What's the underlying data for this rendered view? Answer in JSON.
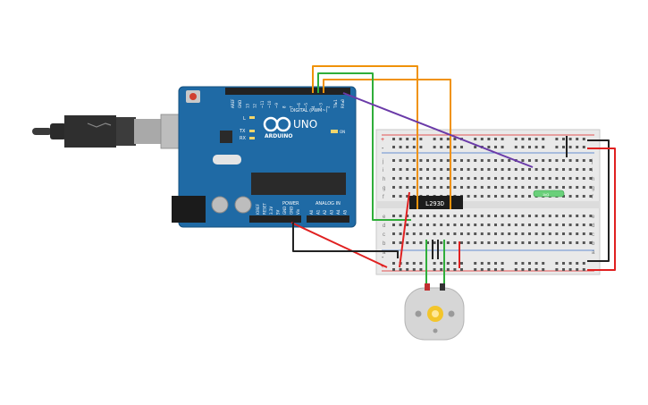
{
  "board": {
    "brand": "ARDUINO",
    "model": "UNO",
    "digital_label": "DIGITAL (PWM~)",
    "power_label": "POWER",
    "analog_label": "ANALOG IN",
    "led_l": "L",
    "led_tx": "TX",
    "led_rx": "RX",
    "led_on": "ON",
    "digital_pins": [
      "AREF",
      "GND",
      "13",
      "12",
      "~11",
      "~10",
      "~9",
      "8",
      "7",
      "~6",
      "~5",
      "4",
      "~3",
      "2",
      "TX▸1",
      "RX◂0"
    ],
    "power_pins": [
      "IOREF",
      "RESET",
      "3.3V",
      "5V",
      "GND",
      "GND",
      "Vin"
    ],
    "analog_pins": [
      "A0",
      "A1",
      "A2",
      "A3",
      "A4",
      "A5"
    ]
  },
  "chip": {
    "label": "L293D"
  },
  "breadboard": {
    "row_letters_top": [
      "j",
      "i",
      "h",
      "g",
      "f"
    ],
    "row_letters_bottom": [
      "e",
      "d",
      "c",
      "b",
      "a"
    ],
    "rail_plus": "+",
    "rail_minus": "-"
  },
  "resistor": {
    "label": "1kΩ"
  },
  "colors": {
    "board": "#1f6aa5",
    "wire_red": "#e02020",
    "wire_black": "#222222",
    "wire_orange": "#f0920a",
    "wire_green": "#2fae3a",
    "wire_purple": "#6a3aa8",
    "breadboard": "#e9e9e9"
  },
  "icons": [
    "usb-cable-icon",
    "motor-icon",
    "gear-icon"
  ]
}
